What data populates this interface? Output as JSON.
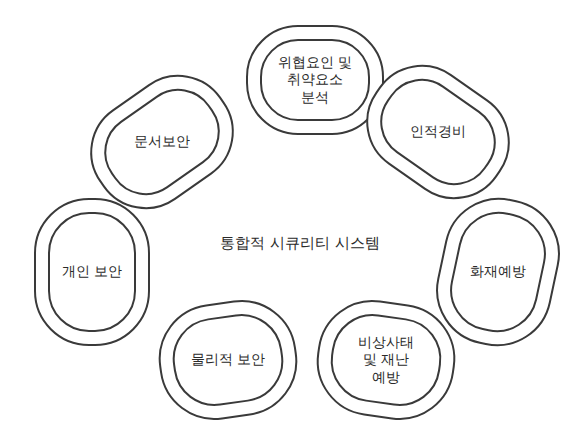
{
  "diagram": {
    "nodes": [
      {
        "text": [
          "위협요인 및 취약요소 분석"
        ]
      },
      {
        "text": [
          "문서보안"
        ]
      },
      {
        "text": [
          "인적경비"
        ]
      },
      {
        "text": [
          "개인 보안"
        ]
      },
      {
        "text": [
          "화재예방"
        ]
      },
      {
        "text": [
          "물리적 보안"
        ]
      },
      {
        "text": [
          "비상사태 및 재난 예방"
        ]
      }
    ],
    "labels": [
      "통합적 시큐리티 시스템"
    ]
  }
}
